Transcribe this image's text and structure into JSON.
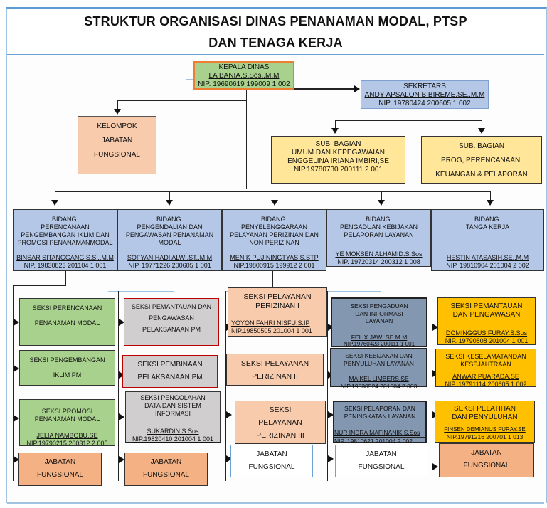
{
  "title": {
    "line1": "STRUKTUR ORGANISASI DINAS PENANAMAN MODAL, PTSP",
    "line2": "DAN TENAGA KERJA"
  },
  "kepala": {
    "role": "KEPALA DINAS",
    "name": "LA BANIA.S.Sos,.M.M",
    "nip": "NIP. 19690619 199009 1 002"
  },
  "sekretaris": {
    "role": "SEKRETARS",
    "name": "ANDY APSALON BIBIREME.SE,.M.M",
    "nip": "NIP. 19780424 200605 1 002"
  },
  "kelompok": {
    "line1": "KELOMPOK",
    "line2": "JABATAN",
    "line3": "FUNGSIONAL"
  },
  "sub_bagian": [
    {
      "line1": "SUB. BAGIAN",
      "line2": "UMUM DAN KEPEGAWAIAN",
      "name": "ENGGELINA IRIANA IMBIRI,SE",
      "nip": "NIP.19780730 200111 2 001"
    },
    {
      "line1": "SUB. BAGIAN",
      "line2": "PROG, PERENCANAAN,",
      "line3": "KEUANGAN & PELAPORAN"
    }
  ],
  "bidang": [
    {
      "lines": [
        "BIDANG.",
        "PERENCANAAN",
        "PENGEMBANGAN IKLIM DAN",
        "PROMOSI PENANAMANMODAL"
      ],
      "name": "BINSAR SITANGGANG.S.Si.,M.M",
      "nip": "NIP. 19830823 201104 1 001"
    },
    {
      "lines": [
        "BIDANG.",
        "PENGENDALIAN DAN",
        "PENGAWASAN PENANAMAN",
        "MODAL"
      ],
      "name": "SOFYAN HADI ALWI.ST.,M.M",
      "nip": "NIP. 19771226 200605 1 001"
    },
    {
      "lines": [
        "BIDANG.",
        "PENYELENGGARAAN",
        "PELAYANAN PERIZINAN DAN",
        "NON PERIZINAN"
      ],
      "name": "MENIK PUJININGTYAS.S.STP",
      "nip": "NIP.19800915 199912 2 001"
    },
    {
      "lines": [
        "BIDANG.",
        "PENGADUAN KEBIJAKAN",
        "PELAPORAN LAYANAN",
        ""
      ],
      "name": "YE MOKSEN ALHAMID.S.Sos",
      "nip": "NIP. 19720314 200312 1 008"
    },
    {
      "lines": [
        "BIDANG.",
        "TANGA KERJA",
        "",
        ""
      ],
      "name": "HESTIN ATASASIH,SE.,M.M",
      "nip": "NIP. 19810904 201004 2 002"
    }
  ],
  "seksi": {
    "col1": [
      {
        "lines": [
          "SEKSI PERENCANAAN",
          "PENANAMAN MODAL"
        ]
      },
      {
        "lines": [
          "SEKSI PENGEMBANGAN",
          "IKLIM PM"
        ]
      },
      {
        "lines": [
          "SEKSI PROMOSI",
          "PENANAMAN MODAL"
        ],
        "name": "JELIA NAMBOBU,SE",
        "nip": "NIP.19790215 200312 2 005"
      }
    ],
    "col2": [
      {
        "lines": [
          "SEKSI PEMANTAUAN DAN",
          "PENGAWASAN",
          "PELAKSANAAN  PM"
        ]
      },
      {
        "lines": [
          "SEKSI PEMBINAAN",
          "PELAKSANAAN PM"
        ]
      },
      {
        "lines": [
          "SEKSI PENGOLAHAN",
          "DATA DAN SISTEM",
          "INFORMASI"
        ],
        "name": "SUKARDIN,S.Sos",
        "nip": "NIP.19820410 201004 1 001"
      }
    ],
    "col3": [
      {
        "lines": [
          "SEKSI PELAYANAN",
          "PERIZINAN I"
        ],
        "name": "YOYON FAHRI NISFU.S.IP",
        "nip": "NIP.19850505 201004 1 001"
      },
      {
        "lines": [
          "SEKSI PELAYANAN",
          "PERIZINAN II"
        ]
      },
      {
        "lines": [
          "SEKSI",
          "PELAYANAN",
          "PERIZINAN III"
        ]
      }
    ],
    "col4": [
      {
        "lines": [
          "SEKSI PENGADUAN",
          "DAN INFORMASI",
          "LAYANAN"
        ],
        "name": "FELIX JAWI.SE.M.M",
        "nip": "NIP.19760423 200111 1 001"
      },
      {
        "lines": [
          "SEKSI KEBIJAKAN DAN",
          "PENYULUHAN LAYANAN"
        ],
        "name": "MAIKEL LIMBERS.SE",
        "nip": "NIP.19830524 201004 2 003"
      },
      {
        "lines": [
          "SEKSI PELAPORAN DAN",
          "PENINGKATAN LAYANAN"
        ],
        "name": "NUR INDRA MAFINANIK,S.Sos",
        "nip": "NIP. 19810621 201004 2 002"
      }
    ],
    "col5": [
      {
        "lines": [
          "SEKSI PEMANTAUAN",
          "DAN PENGAWASAN"
        ],
        "name": "DOMINGGUS FURAY.S.Sos",
        "nip": "NIP. 19790808 201004 1 001"
      },
      {
        "lines": [
          "SEKSI KESELAMATANDAN",
          "KESEJAHTRAAN"
        ],
        "name": "ANWAR PUARADA.SE",
        "nip": "NIP. 19791114 200605 1 002"
      },
      {
        "lines": [
          "SEKSI PELATIHAN",
          "DAN PENYULUHAN"
        ],
        "name": "FINSEN DEMIANUS FURAY.SE",
        "nip": "NIP.19791216 200701 1 013"
      }
    ]
  },
  "jabatan_fungsional": {
    "line1": "JABATAN",
    "line2": "FUNGSIONAL"
  }
}
